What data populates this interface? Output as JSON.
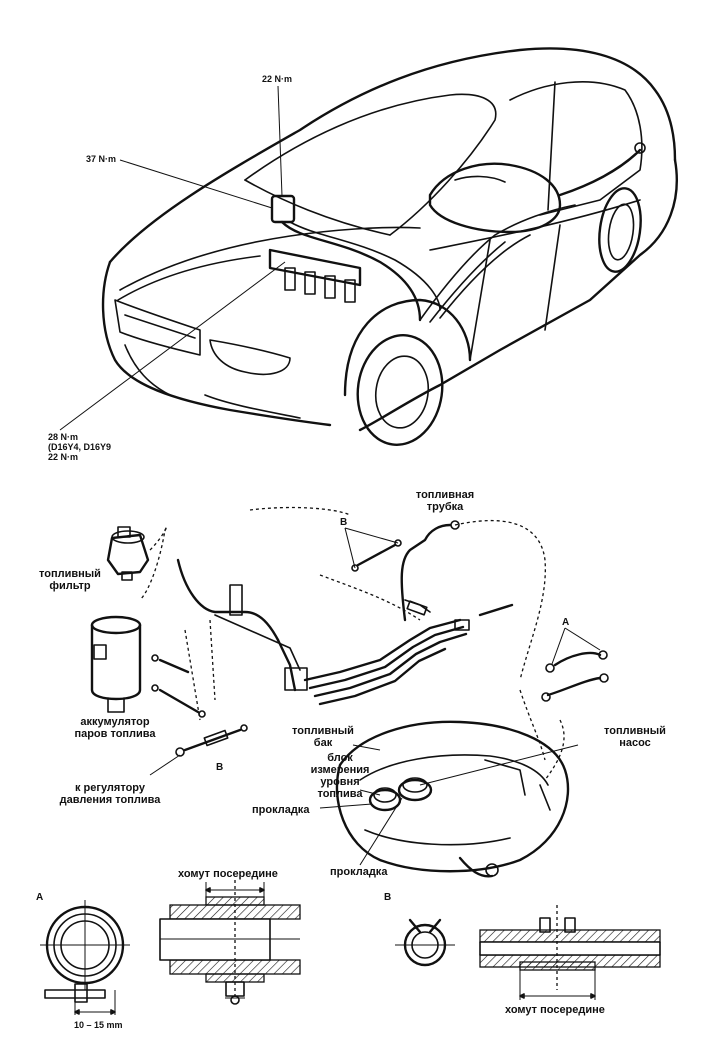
{
  "torque_labels": {
    "top_22": "22 N·m",
    "left_37": "37 N·m",
    "bottom_28": "28 N·m",
    "bottom_engines": "(D16Y4, D16Y9",
    "bottom_22": "22 N·m"
  },
  "component_labels": {
    "fuel_pipe_1": "топливная",
    "fuel_pipe_2": "трубка",
    "fuel_filter_1": "топливный",
    "fuel_filter_2": "фильтр",
    "canister_1": "аккумулятор",
    "canister_2": "паров топлива",
    "regulator_1": "к регулятору",
    "regulator_2": "давления топлива",
    "fuel_tank_1": "топливный",
    "fuel_tank_2": "бак",
    "fuel_pump_1": "топливный",
    "fuel_pump_2": "насос",
    "level_unit_1": "блок",
    "level_unit_2": "измерения",
    "level_unit_3": "уровня",
    "level_unit_4": "топлива",
    "gasket_1": "прокладка",
    "gasket_2": "прокладка"
  },
  "letters": {
    "b_top": "B",
    "b_mid": "B",
    "a_right": "A",
    "a_detail": "A",
    "b_detail": "B"
  },
  "detail": {
    "clamp_center_a": "хомут посередине",
    "clamp_center_b": "хомут посередине",
    "dimension": "10 – 15 mm"
  }
}
